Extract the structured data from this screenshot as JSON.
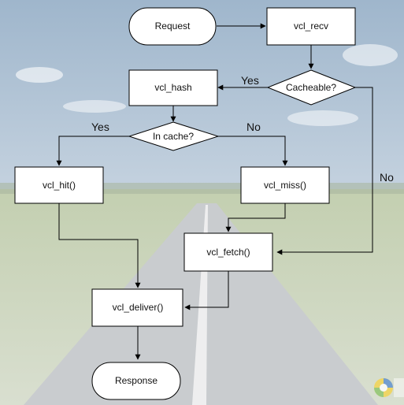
{
  "flowchart": {
    "nodes": {
      "request": "Request",
      "vcl_recv": "vcl_recv",
      "cacheable": "Cacheable?",
      "vcl_hash": "vcl_hash",
      "in_cache": "In cache?",
      "vcl_hit": "vcl_hit()",
      "vcl_miss": "vcl_miss()",
      "vcl_fetch": "vcl_fetch()",
      "vcl_deliver": "vcl_deliver()",
      "response": "Response"
    },
    "edge_labels": {
      "cacheable_yes": "Yes",
      "cacheable_no": "No",
      "in_cache_yes": "Yes",
      "in_cache_no": "No"
    }
  },
  "colors": {
    "sky_top": "#9fb6cc",
    "sky_bottom": "#eef1f4",
    "field": "#b9c7a4",
    "road": "#c9cccf",
    "node_fill": "#ffffff",
    "stroke": "#000000"
  }
}
